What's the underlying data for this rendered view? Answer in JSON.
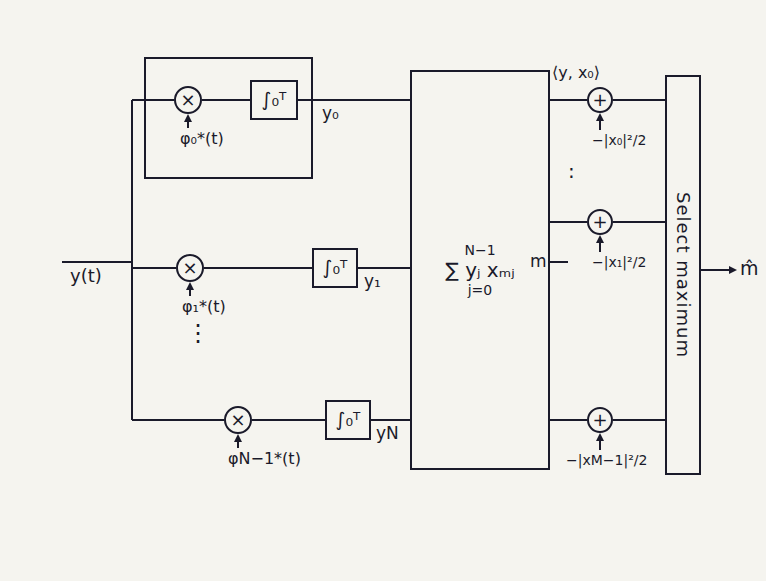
{
  "diagram": {
    "nodes": [
      {
        "text": [
          "×"
        ]
      },
      {
        "text": [
          "∫₀ᵀ"
        ]
      },
      {
        "text": [
          "×"
        ]
      },
      {
        "text": [
          "∫₀ᵀ"
        ]
      },
      {
        "text": [
          "×"
        ]
      },
      {
        "text": [
          "∫₀ᵀ"
        ]
      },
      {
        "text": [
          "N−1",
          "∑ yⱼ xₘⱼ",
          "j=0"
        ]
      },
      {
        "text": [
          "+"
        ]
      },
      {
        "text": [
          "+"
        ]
      },
      {
        "text": [
          "+"
        ]
      },
      {
        "text": [
          "Select maximum"
        ]
      }
    ],
    "edges": [
      {
        "from": 0,
        "to": 1,
        "arrow": "none"
      },
      {
        "from": 2,
        "to": 3,
        "arrow": "none"
      },
      {
        "from": 4,
        "to": 5,
        "arrow": "none"
      },
      {
        "from": 1,
        "to": 6,
        "arrow": "none"
      },
      {
        "from": 3,
        "to": 6,
        "arrow": "none"
      },
      {
        "from": 5,
        "to": 6,
        "arrow": "none"
      },
      {
        "from": 6,
        "to": 7,
        "arrow": "none"
      },
      {
        "from": 6,
        "to": 8,
        "arrow": "none"
      },
      {
        "from": 6,
        "to": 9,
        "arrow": "none"
      },
      {
        "from": 7,
        "to": 10,
        "arrow": "none"
      },
      {
        "from": 8,
        "to": 10,
        "arrow": "none"
      },
      {
        "from": 9,
        "to": 10,
        "arrow": "none"
      }
    ],
    "labels": [
      "y(t)",
      "φ₀*(t)",
      "y₀",
      "φ₁*(t)",
      "y₁",
      "⋮",
      "φN−1*(t)",
      "yN",
      "m",
      "⟨y, x₀⟩",
      "−|x₀|²/2",
      ":",
      "−|x₁|²/2",
      "−|xM−1|²/2",
      "m̂"
    ]
  }
}
